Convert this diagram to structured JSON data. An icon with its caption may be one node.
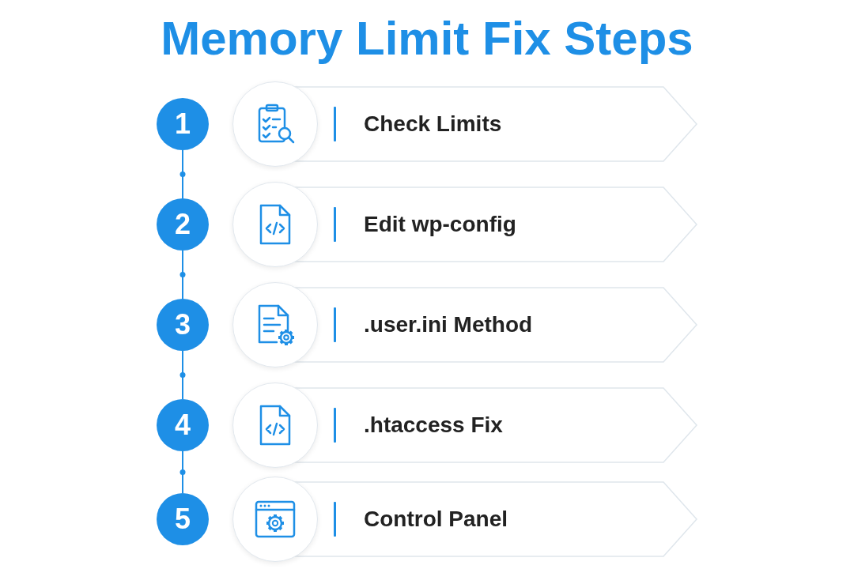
{
  "diagram": {
    "title": "Memory Limit Fix Steps",
    "nodes": [
      {
        "text": [
          "1"
        ]
      },
      {
        "text": [
          "Check Limits"
        ]
      },
      {
        "text": [
          "2"
        ]
      },
      {
        "text": [
          "Edit wp-config"
        ]
      },
      {
        "text": [
          "3"
        ]
      },
      {
        "text": [
          ".user.ini Method"
        ]
      },
      {
        "text": [
          "4"
        ]
      },
      {
        "text": [
          ".htaccess Fix"
        ]
      },
      {
        "text": [
          "5"
        ]
      },
      {
        "text": [
          "Control Panel"
        ]
      }
    ],
    "edges": [
      {
        "from": 0,
        "to": 2,
        "arrow": "none"
      },
      {
        "from": 2,
        "to": 4,
        "arrow": "none"
      },
      {
        "from": 4,
        "to": 6,
        "arrow": "none"
      },
      {
        "from": 6,
        "to": 8,
        "arrow": "none"
      }
    ]
  }
}
